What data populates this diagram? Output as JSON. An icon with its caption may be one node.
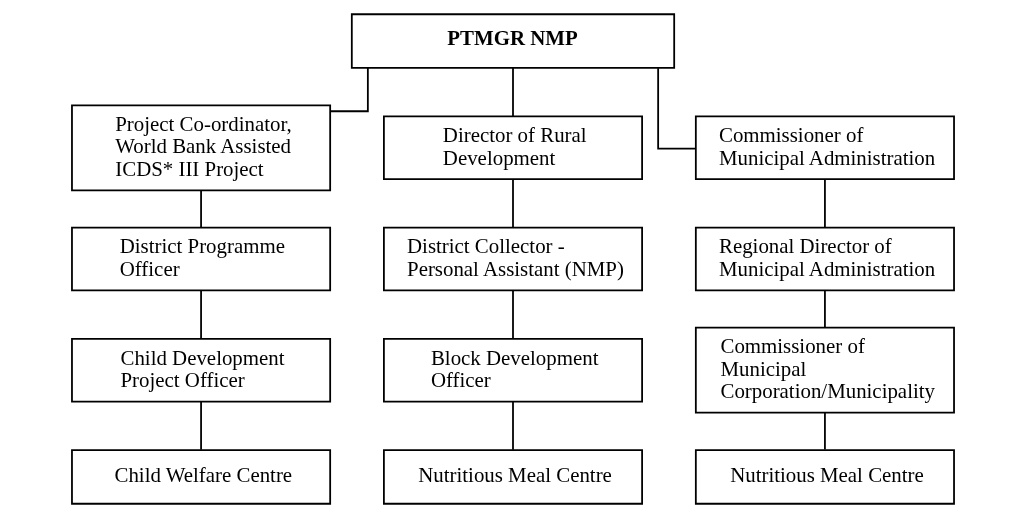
{
  "diagram": {
    "nodes": [
      {
        "text": [
          "PTMGR NMP"
        ]
      },
      {
        "text": [
          "Project Co-ordinator, World Bank Assisted ICDS* III Project"
        ]
      },
      {
        "text": [
          "District Programme Officer"
        ]
      },
      {
        "text": [
          "Child Development Project Officer"
        ]
      },
      {
        "text": [
          "Child Welfare Centre"
        ]
      },
      {
        "text": [
          "Director of Rural Development"
        ]
      },
      {
        "text": [
          "District Collector - Personal Assistant (NMP)"
        ]
      },
      {
        "text": [
          "Block Development Officer"
        ]
      },
      {
        "text": [
          "Nutritious Meal Centre"
        ]
      },
      {
        "text": [
          "Commissioner of Municipal Administration"
        ]
      },
      {
        "text": [
          "Regional Director of Municipal Administration"
        ]
      },
      {
        "text": [
          "Commissioner of Municipal Corporation/Municipality"
        ]
      },
      {
        "text": [
          "Nutritious Meal Centre"
        ]
      }
    ],
    "edges": [
      {
        "from": 0,
        "to": 1,
        "arrow": "none"
      },
      {
        "from": 0,
        "to": 5,
        "arrow": "none"
      },
      {
        "from": 0,
        "to": 9,
        "arrow": "none"
      },
      {
        "from": 1,
        "to": 2,
        "arrow": "none"
      },
      {
        "from": 2,
        "to": 3,
        "arrow": "none"
      },
      {
        "from": 3,
        "to": 4,
        "arrow": "none"
      },
      {
        "from": 5,
        "to": 6,
        "arrow": "none"
      },
      {
        "from": 6,
        "to": 7,
        "arrow": "none"
      },
      {
        "from": 7,
        "to": 8,
        "arrow": "none"
      },
      {
        "from": 9,
        "to": 10,
        "arrow": "none"
      },
      {
        "from": 10,
        "to": 11,
        "arrow": "none"
      },
      {
        "from": 11,
        "to": 12,
        "arrow": "none"
      }
    ]
  }
}
